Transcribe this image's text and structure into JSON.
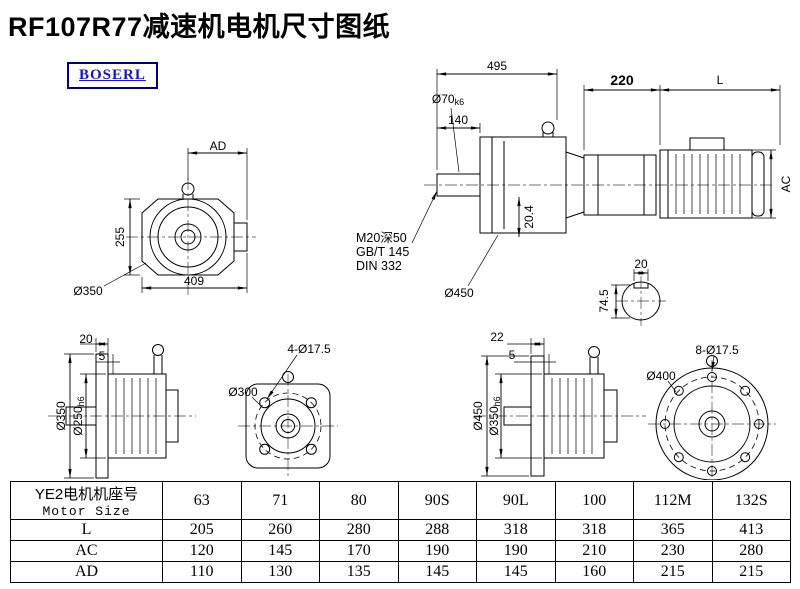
{
  "page": {
    "title": "RF107R77减速机电机尺寸图纸",
    "logo": "BOSERL"
  },
  "front_view": {
    "ad": "AD",
    "height": "255",
    "width": "409",
    "dia": "Ø350"
  },
  "side_view": {
    "total_len": "495",
    "shaft_len": "140",
    "shaft_dia": "Ø70",
    "shaft_dia_tol": "k6",
    "len220": "220",
    "len_l": "L",
    "ac": "AC",
    "dim204": "20.4",
    "note1": "M20深50",
    "note2": "GB/T 145",
    "note3": "DIN 332",
    "dia450": "Ø450",
    "key_w": "20",
    "key_h": "74.5"
  },
  "flange_small": {
    "t1": "20",
    "t2": "5",
    "dia_outer": "Ø350",
    "dia_spigot": "Ø250",
    "dia_spigot_tol": "h6"
  },
  "flange_small_face": {
    "holes": "4-Ø17.5",
    "bolt_circle": "Ø300"
  },
  "flange_large": {
    "t1": "22",
    "t2": "5",
    "dia_outer": "Ø450",
    "dia_spigot": "Ø350",
    "dia_spigot_tol": "h6"
  },
  "flange_large_face": {
    "holes": "8-Ø17.5",
    "dia_outer": "Ø400"
  },
  "table": {
    "header_cn": "YE2电机机座号",
    "header_en": "Motor Size",
    "sizes": [
      "63",
      "71",
      "80",
      "90S",
      "90L",
      "100",
      "112M",
      "132S"
    ],
    "rows": [
      {
        "label": "L",
        "values": [
          "205",
          "260",
          "280",
          "288",
          "318",
          "318",
          "365",
          "413"
        ]
      },
      {
        "label": "AC",
        "values": [
          "120",
          "145",
          "170",
          "190",
          "190",
          "210",
          "230",
          "280"
        ]
      },
      {
        "label": "AD",
        "values": [
          "110",
          "130",
          "135",
          "145",
          "145",
          "160",
          "215",
          "215"
        ]
      }
    ]
  }
}
